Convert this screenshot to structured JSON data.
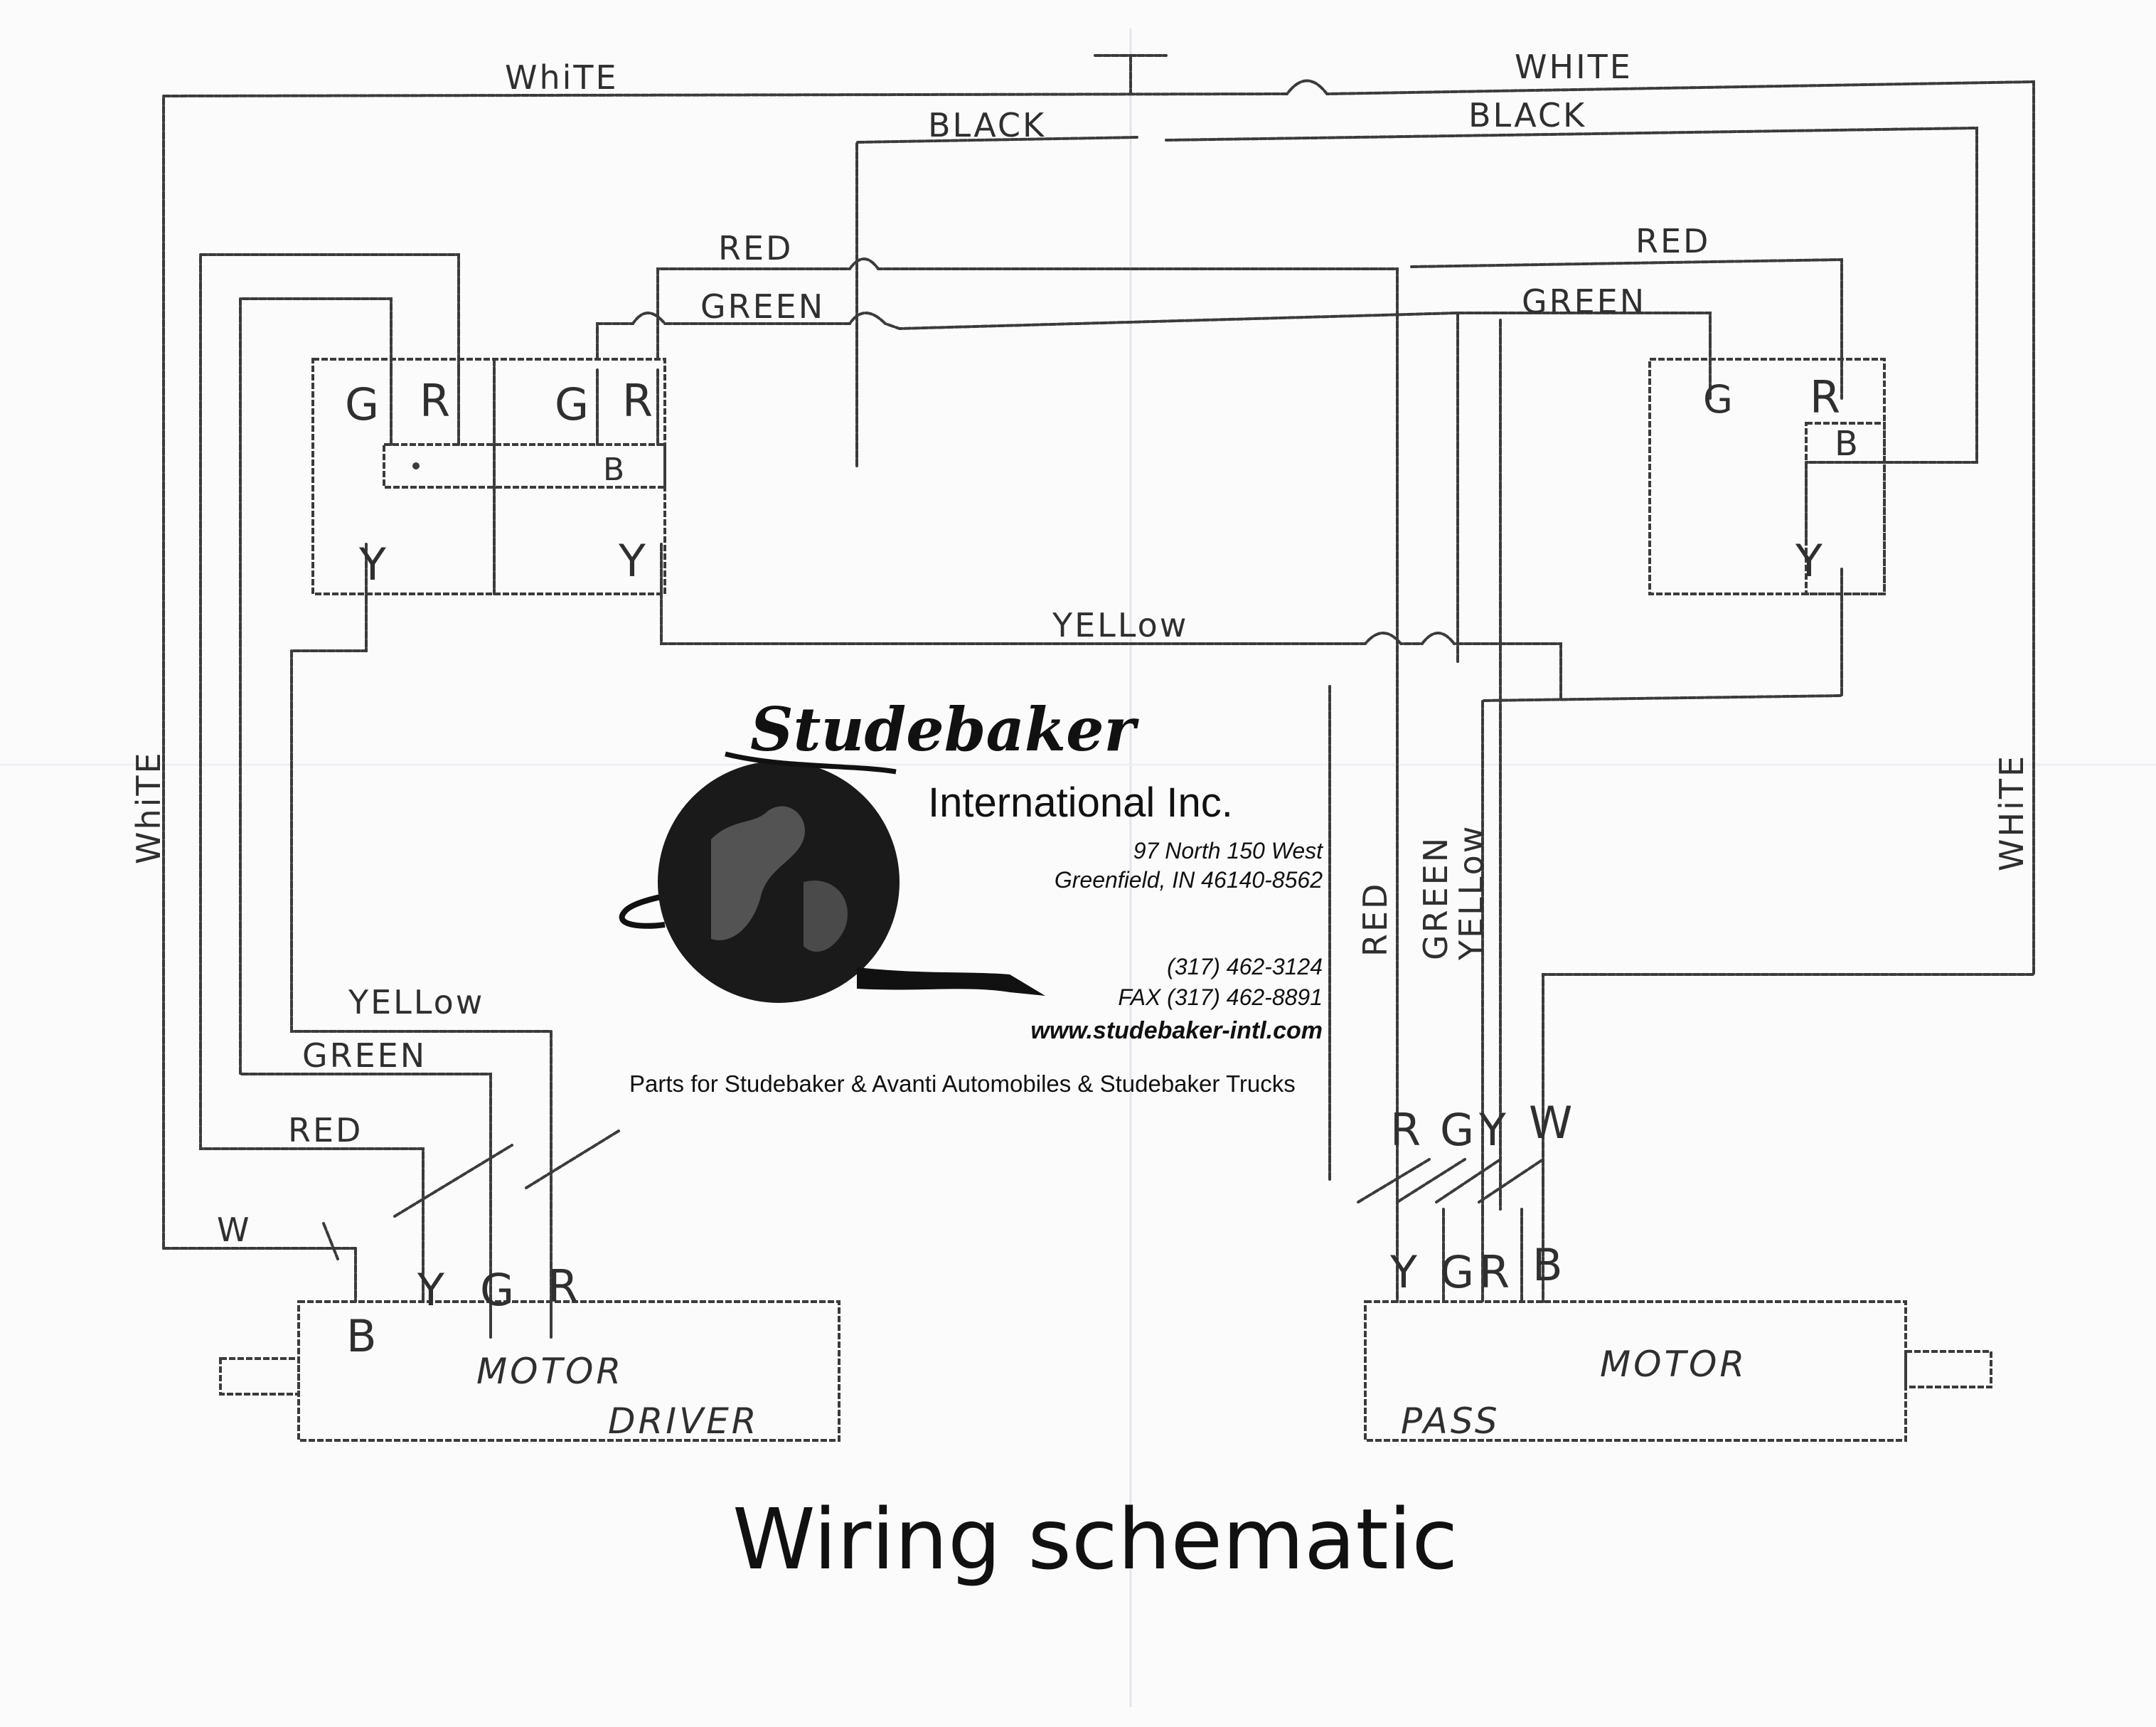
{
  "diagram_labels": {
    "wire_top_white_left": "WhiTE",
    "wire_top_white_right": "WHITE",
    "wire_top_black_left": "BLACK",
    "wire_top_black_right": "BLACK",
    "wire_red_left": "RED",
    "wire_red_right": "RED",
    "wire_green_left": "GREEN",
    "wire_green_right": "GREEN",
    "wire_yellow_mid": "YELLow",
    "wire_white_left_vertical": "WhiTE",
    "wire_white_right_vertical": "WHiTE",
    "wire_yellow_lower_left": "YELLow",
    "wire_green_lower_left": "GREEN",
    "wire_red_lower_left": "RED",
    "wire_w_lower_left": "W",
    "wire_red_vertical_right": "RED",
    "wire_green_vertical_right": "GREEN",
    "wire_yellow_vertical_right": "YELLow"
  },
  "switch_left_terminals": {
    "g1": "G",
    "r1": "R",
    "g2": "G",
    "r2": "R",
    "b": "B",
    "y1": "Y",
    "y2": "Y"
  },
  "switch_right_terminals": {
    "g": "G",
    "r": "R",
    "b": "B",
    "y": "Y"
  },
  "motor_driver": {
    "label": "MOTOR",
    "side": "DRIVER",
    "terminals": [
      "B",
      "Y",
      "G",
      "R"
    ]
  },
  "motor_pass": {
    "label": "MOTOR",
    "side": "PASS",
    "terminals_bottom": [
      "Y",
      "G",
      "R",
      "B"
    ],
    "terminals_top": [
      "R",
      "G",
      "Y",
      "W"
    ]
  },
  "company": {
    "logo_script": "Studebaker",
    "name": "International Inc.",
    "address1": "97 North 150 West",
    "address2": "Greenfield, IN 46140-8562",
    "phone": "(317) 462-3124",
    "fax": "FAX (317) 462-8891",
    "web": "www.studebaker-intl.com",
    "tagline": "Parts for Studebaker & Avanti Automobiles & Studebaker Trucks"
  },
  "title": "Wiring schematic"
}
